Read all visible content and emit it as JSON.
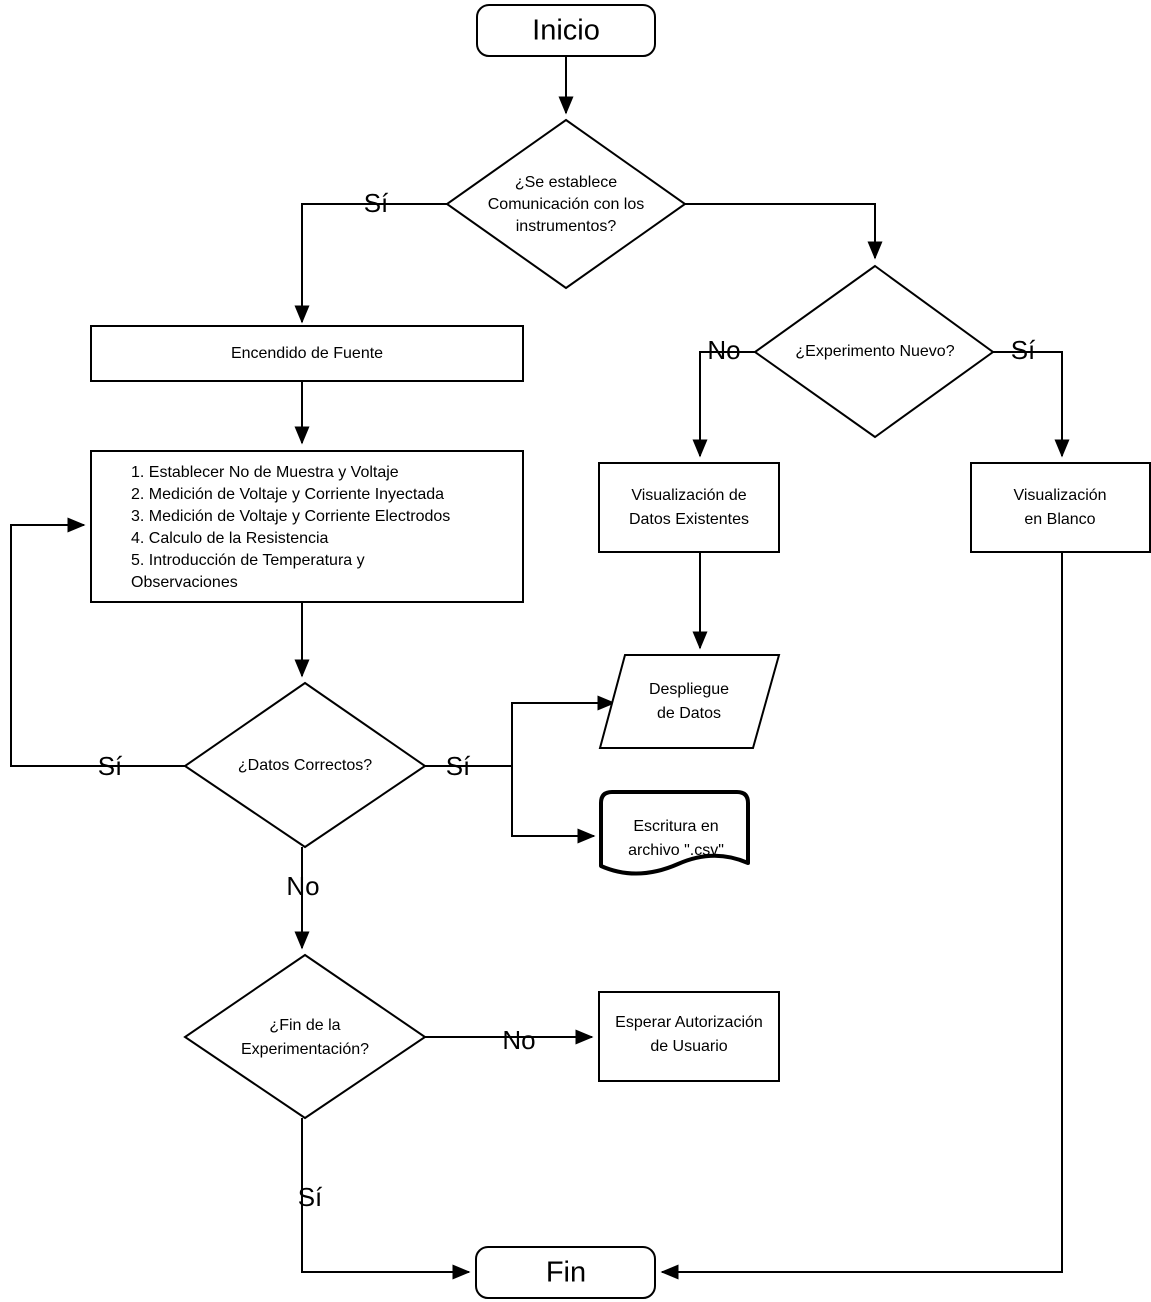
{
  "diagram": {
    "title": "Diagrama de flujo del sistema de experimentacion",
    "language": "es",
    "line_color": "#000000",
    "fill_color": "#ffffff",
    "background": "#ffffff"
  },
  "nodes": {
    "inicio": {
      "label": "Inicio",
      "shape": "terminal"
    },
    "comunicacion": {
      "shape": "decision",
      "line1": "¿Se establece",
      "line2": "Comunicación con los",
      "line3": "instrumentos?"
    },
    "encendido": {
      "label": "Encendido de Fuente",
      "shape": "process"
    },
    "pasos": {
      "shape": "process",
      "items": [
        "1. Establecer No de Muestra y Voltaje",
        "2. Medición de Voltaje y Corriente Inyectada",
        "3. Medición de Voltaje y Corriente Electrodos",
        "4. Calculo de la Resistencia",
        "5. Introducción de Temperatura y",
        "    Observaciones"
      ]
    },
    "datos_correctos": {
      "label": "¿Datos Correctos?",
      "shape": "decision"
    },
    "experimento_nuevo": {
      "label": "¿Experimento Nuevo?",
      "shape": "decision"
    },
    "vis_existentes": {
      "shape": "process",
      "line1": "Visualización de",
      "line2": "Datos Existentes"
    },
    "vis_blanco": {
      "shape": "process",
      "line1": "Visualización",
      "line2": "en Blanco"
    },
    "despliegue": {
      "shape": "parallelogram",
      "line1": "Despliegue",
      "line2": "de Datos"
    },
    "escritura": {
      "shape": "document",
      "line1": "Escritura en",
      "line2": "archivo \".csv\""
    },
    "fin_experimentacion": {
      "shape": "decision",
      "line1": "¿Fin de la",
      "line2": "Experimentación?"
    },
    "esperar": {
      "shape": "process",
      "line1": "Esperar Autorización",
      "line2": "de Usuario"
    },
    "fin": {
      "label": "Fin",
      "shape": "terminal"
    }
  },
  "edge_labels": {
    "comunicacion_si": "Sí",
    "experimento_no": "No",
    "experimento_si": "Sí",
    "datos_si_left": "Sí",
    "datos_si_right": "Sí",
    "datos_no": "No",
    "fin_exp_no": "No",
    "fin_exp_si": "Sí"
  }
}
